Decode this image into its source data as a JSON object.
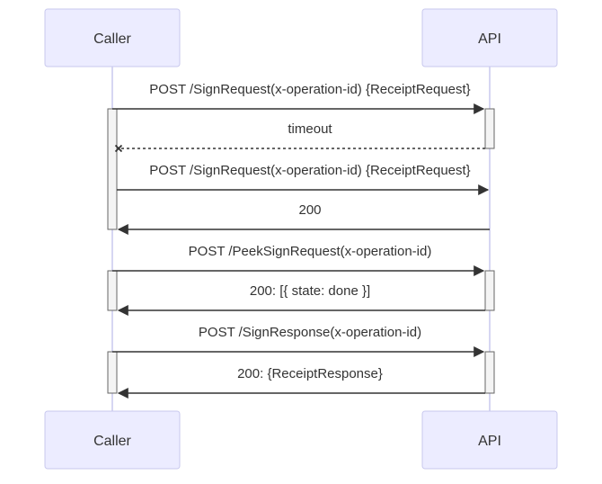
{
  "participants": [
    {
      "id": "caller",
      "label": "Caller"
    },
    {
      "id": "api",
      "label": "API"
    }
  ],
  "messages": [
    {
      "from": "caller",
      "to": "api",
      "text": "POST /SignRequest(x-operation-id) {ReceiptRequest}",
      "style": "solid",
      "head": "arrow"
    },
    {
      "from": "api",
      "to": "caller",
      "text": "timeout",
      "style": "dashed",
      "head": "cross"
    },
    {
      "from": "caller",
      "to": "api",
      "text": "POST /SignRequest(x-operation-id) {ReceiptRequest}",
      "style": "solid",
      "head": "arrow"
    },
    {
      "from": "api",
      "to": "caller",
      "text": "200",
      "style": "solid",
      "head": "arrow"
    },
    {
      "from": "caller",
      "to": "api",
      "text": "POST /PeekSignRequest(x-operation-id)",
      "style": "solid",
      "head": "arrow"
    },
    {
      "from": "api",
      "to": "caller",
      "text": "200: [{ state: done }]",
      "style": "solid",
      "head": "arrow"
    },
    {
      "from": "caller",
      "to": "api",
      "text": "POST /SignResponse(x-operation-id)",
      "style": "solid",
      "head": "arrow"
    },
    {
      "from": "api",
      "to": "caller",
      "text": "200: {ReceiptResponse}",
      "style": "solid",
      "head": "arrow"
    }
  ],
  "activations": [
    {
      "participant": "caller",
      "from_message": 0,
      "to_message": 3
    },
    {
      "participant": "api",
      "from_message": 0,
      "to_message": 1
    },
    {
      "participant": "caller",
      "from_message": 4,
      "to_message": 5
    },
    {
      "participant": "api",
      "from_message": 4,
      "to_message": 5
    },
    {
      "participant": "caller",
      "from_message": 6,
      "to_message": 7
    },
    {
      "participant": "api",
      "from_message": 6,
      "to_message": 7
    }
  ],
  "colors": {
    "actor_fill": "#ECECFF",
    "actor_border": "#C9C9EE",
    "line": "#333333",
    "activation_fill": "#F4F4F4"
  }
}
